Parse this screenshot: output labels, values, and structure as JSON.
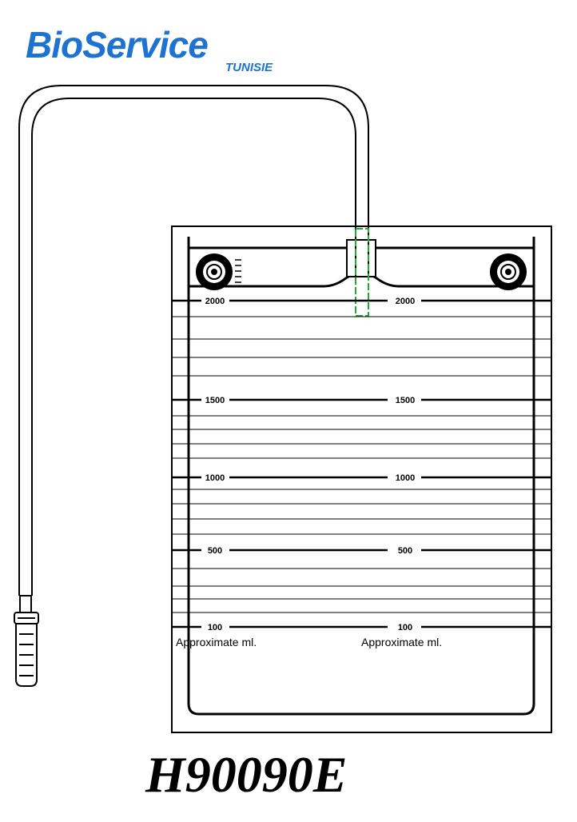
{
  "brand": {
    "name": "BioService",
    "country": "TUNISIE",
    "color": "#1e73d2"
  },
  "scale": {
    "marks": [
      "2000",
      "1500",
      "1000",
      "500",
      "100"
    ],
    "unit_label": "Approximate ml."
  },
  "model_code": "H90090E",
  "colors": {
    "line": "#000000",
    "inlet_highlight": "#22aa33"
  },
  "icons": [
    "hanging-hole-icon",
    "tube-connector-icon"
  ]
}
